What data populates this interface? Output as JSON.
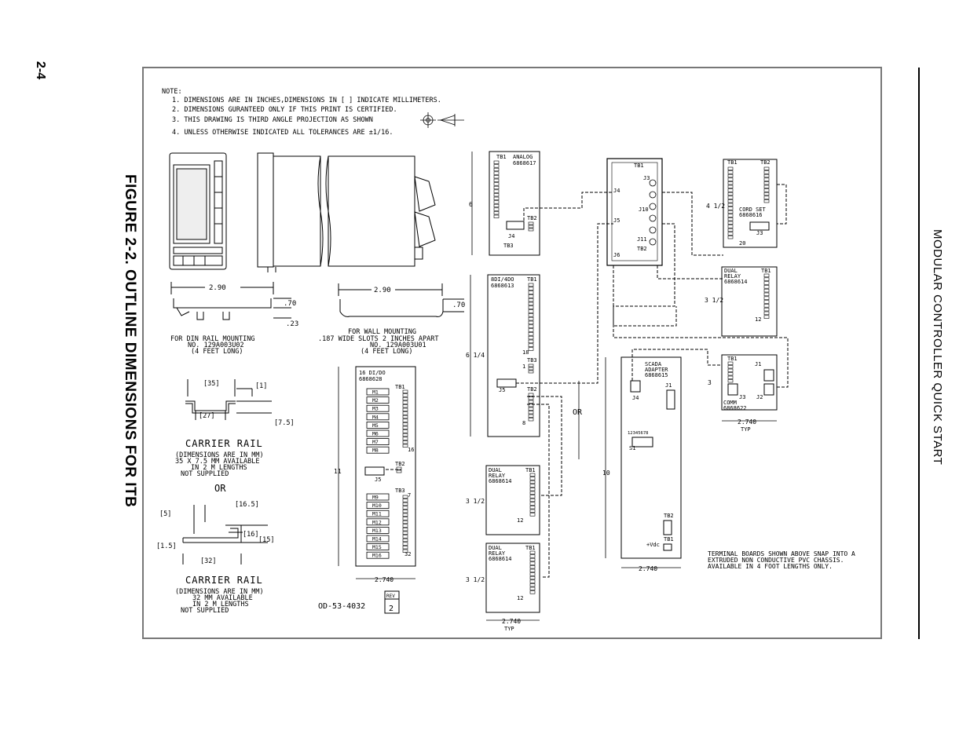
{
  "page": {
    "page_number": "2-4",
    "figure_title": "FIGURE 2-2. OUTLINE DIMENSIONS FOR ITB",
    "side_title": "MODULAR CONTROLLER QUICK START"
  },
  "notes": {
    "label": "NOTE:",
    "items": [
      "1. DIMENSIONS ARE IN INCHES,DIMENSIONS IN [ ] INDICATE MILLIMETERS.",
      "2. DIMENSIONS GURANTEED ONLY IF THIS PRINT IS CERTIFIED.",
      "3. THIS DRAWING IS THIRD ANGLE PROJECTION AS SHOWN",
      "4. UNLESS OTHERWISE INDICATED ALL TOLERANCES ARE ±1/16."
    ]
  },
  "chassis": {
    "width": "2.90",
    "height_top": ".70",
    "height_bottom": ".23",
    "din_caption": [
      "FOR DIN RAIL MOUNTING",
      "NO. 129A003U02",
      "(4 FEET LONG)"
    ],
    "wall_caption": [
      "FOR WALL MOUNTING",
      ".187 WIDE SLOTS 2 INCHES APART",
      "NO. 129A003U01",
      "(4 FEET LONG)"
    ]
  },
  "rail1": {
    "dim_35": "[35]",
    "dim_1": "[1]",
    "dim_27": "[27]",
    "dim_75": "[7.5]",
    "title": "CARRIER RAIL",
    "caption": [
      "(DIMENSIONS ARE IN MM)",
      "35 X 7.5 MM AVAILABLE",
      "IN 2 M LENGTHS",
      "NOT SUPPLIED"
    ]
  },
  "or1": "OR",
  "rail2": {
    "dim_5": "[5]",
    "dim_165": "[16.5]",
    "dim_16": "[16]",
    "dim_15": "[15]",
    "dim_15b": "[1.5]",
    "dim_32": "[32]",
    "title": "CARRIER RAIL",
    "caption": [
      "(DIMENSIONS ARE IN MM)",
      "32 MM AVAILABLE",
      "IN 2 M LENGTHS",
      "NOT SUPPLIED"
    ]
  },
  "drawing_no": "OD-53-4032",
  "rev": {
    "label": "REV",
    "value": "2"
  },
  "boards": {
    "analog": {
      "name": "ANALOG",
      "part": "6868617",
      "tb1": "TB1",
      "tb2": "TB2",
      "tb3": "TB3",
      "j4": "J4",
      "height": "6"
    },
    "edi": {
      "name": "8DI/4DO",
      "part": "6868613",
      "tb1": "TB1",
      "tb2": "TB2",
      "tb3": "TB3",
      "j5": "J5",
      "pin18": "18",
      "pin1": "1",
      "pin8": "8",
      "height": "6 1/4"
    },
    "di16": {
      "name": "16 DI/DO",
      "part": "6868628",
      "tb1": "TB1",
      "tb2": "TB2",
      "tb3": "TB3",
      "j5": "J5",
      "modules_a": [
        "M1",
        "M2",
        "M3",
        "M4",
        "M5",
        "M6",
        "M7",
        "M8"
      ],
      "modules_b": [
        "M9",
        "M10",
        "M11",
        "M12",
        "M13",
        "M14",
        "M15",
        "M16"
      ],
      "pin16": "16",
      "pin7": "7",
      "pin32": "32",
      "height": "11",
      "width": "2.740"
    },
    "relay_a": {
      "name": [
        "DUAL",
        "RELAY",
        "6868614"
      ],
      "tb1": "TB1",
      "pin12": "12",
      "height": "3 1/2"
    },
    "relay_b": {
      "name": [
        "DUAL",
        "RELAY",
        "6868614"
      ],
      "tb1": "TB1",
      "pin12": "12",
      "height": "3 1/2",
      "width": "2.740",
      "width_note": "TYP"
    },
    "controller": {
      "tb1": "TB1",
      "tb2": "TB2",
      "j3": "J3",
      "j4": "J4",
      "j5": "J5",
      "j6": "J6",
      "j10": "J10",
      "j11": "J11"
    },
    "cord_set": {
      "name": [
        "CORD SET",
        "6868616"
      ],
      "tb1": "TB1",
      "tb2": "TB2",
      "j3": "J3",
      "pin20": "20",
      "height": "4 1/2"
    },
    "relay_c": {
      "name": [
        "DUAL",
        "RELAY",
        "6868614"
      ],
      "tb1": "TB1",
      "pin12": "12",
      "height": "3 1/2"
    },
    "scada": {
      "name": [
        "SCADA",
        "ADAPTER",
        "6868615"
      ],
      "j1": "J1",
      "j4": "J4",
      "s1": "S1",
      "switch_digits": "12345678",
      "tb2": "TB2",
      "tb1": "TB1",
      "vdc": "+Vdc",
      "height": "10",
      "width": "2.740"
    },
    "comm": {
      "name": [
        "COMM",
        "6868622"
      ],
      "tb1": "TB1",
      "j1": "J1",
      "j2": "J2",
      "j3": "J3",
      "height": "3",
      "width": "2.740",
      "width_note": "TYP"
    }
  },
  "or2": "OR",
  "footnote": [
    "TERMINAL BOARDS SHOWN ABOVE SNAP INTO A",
    "EXTRUDED NON CONDUCTIVE PVC CHASSIS.",
    "AVAILABLE IN 4 FOOT LENGTHS ONLY."
  ]
}
